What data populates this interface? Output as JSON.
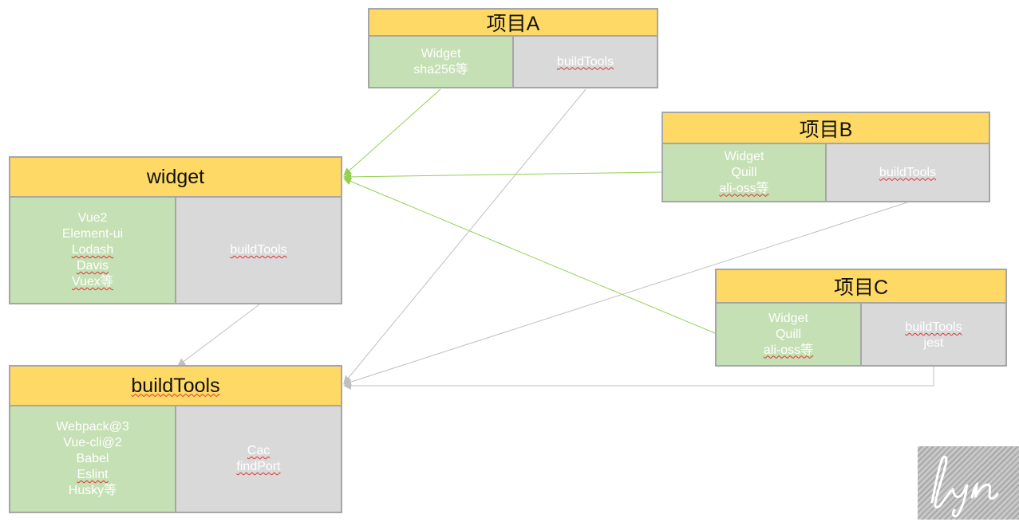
{
  "projectA": {
    "title": "项目A",
    "green": [
      "Widget",
      "sha256等"
    ],
    "gray": [
      "buildTools"
    ]
  },
  "projectB": {
    "title": "项目B",
    "green": [
      "Widget",
      "Quill",
      "ali-oss等"
    ],
    "gray": [
      "buildTools"
    ]
  },
  "projectC": {
    "title": "项目C",
    "green": [
      "Widget",
      "Quill",
      "ali-oss等"
    ],
    "gray": [
      "buildTools",
      "jest"
    ]
  },
  "widget": {
    "title": "widget",
    "green": [
      "Vue2",
      "Element-ui",
      "Lodash",
      "Davis",
      "Vuex等"
    ],
    "gray": [
      "buildTools"
    ]
  },
  "buildTools": {
    "title": "buildTools",
    "green": [
      "Webpack@3",
      "Vue-cli@2",
      "Babel",
      "Eslint",
      "Husky等"
    ],
    "gray": [
      "Cac",
      "findPort"
    ]
  },
  "logo": {
    "text": "lyn"
  },
  "colors": {
    "header": "#ffd966",
    "green": "#c5e0b4",
    "gray": "#d9d9d9",
    "border": "#a6a6a6",
    "green_arrow": "#92d050",
    "gray_arrow": "#bfbfbf"
  }
}
